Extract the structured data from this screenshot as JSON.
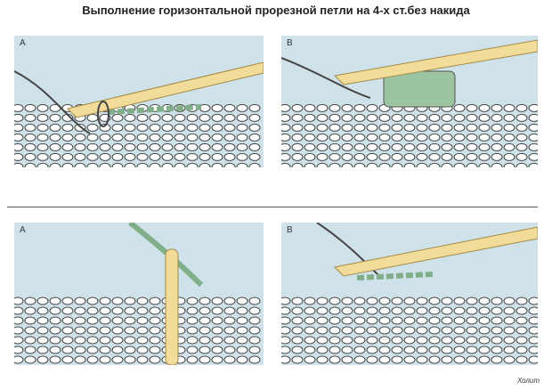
{
  "title": "Выполнение горизонтальной прорезной петли на 4-х ст.без накида",
  "panels": [
    {
      "label": "A"
    },
    {
      "label": "B"
    },
    {
      "label": "A"
    },
    {
      "label": "B"
    }
  ],
  "credit": "Холит",
  "colors": {
    "panel_bg": "#cfe2ea",
    "stitch_outline": "#444444",
    "stitch_fill": "#ffffff",
    "yarn_green": "#9cc4a0",
    "hook_fill": "#f2dc9a",
    "hook_outline": "#a58a45"
  }
}
